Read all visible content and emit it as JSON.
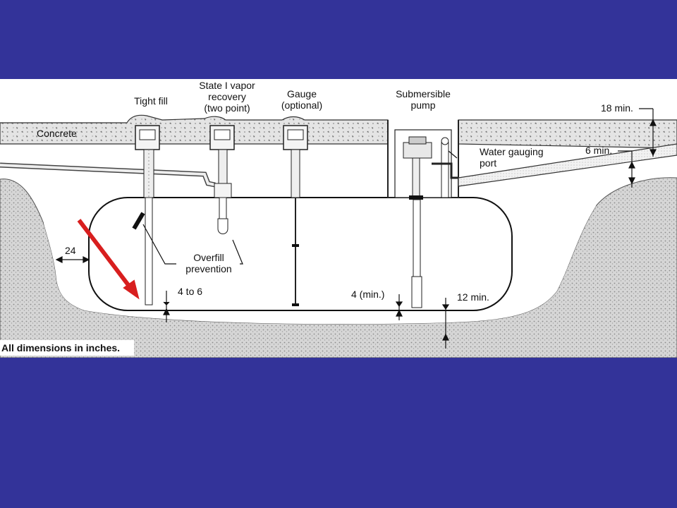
{
  "slide": {
    "background_color": "#333399",
    "arrow_color": "#d81e1e"
  },
  "labels": {
    "tight_fill": "Tight fill",
    "vapor_recovery": [
      "State I vapor",
      "recovery",
      "(two point)"
    ],
    "gauge": [
      "Gauge",
      "(optional)"
    ],
    "submersible_pump": [
      "Submersible",
      "pump"
    ],
    "concrete": "Concrete",
    "water_gauging_port": [
      "Water gauging",
      "port"
    ],
    "overfill_prevention": [
      "Overfill",
      "prevention"
    ]
  },
  "dimensions": {
    "top_cover": "18 min.",
    "pipe_cover": "6 min.",
    "side_clearance": "24",
    "drop_tube": "4 to 6",
    "pump_inlet": "4 (min.)",
    "bottom_bedding": "12 min."
  },
  "footnote": "All dimensions in inches."
}
